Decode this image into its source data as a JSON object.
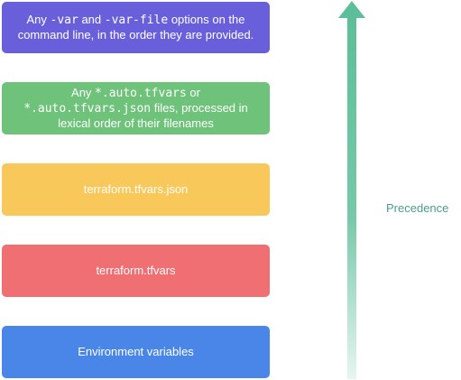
{
  "boxes": [
    {
      "line1": [
        {
          "text": "Any ",
          "mono": false
        },
        {
          "text": "-var",
          "mono": true
        },
        {
          "text": " and ",
          "mono": false
        },
        {
          "text": "-var-file",
          "mono": true
        },
        {
          "text": " options on the",
          "mono": false
        }
      ],
      "line2": [
        {
          "text": "command line, in the order they are provided.",
          "mono": false
        }
      ]
    },
    {
      "line1": [
        {
          "text": "Any ",
          "mono": false
        },
        {
          "text": "*.auto.tfvars",
          "mono": true
        },
        {
          "text": " or",
          "mono": false
        }
      ],
      "line2": [
        {
          "text": "*.auto.tfvars.json",
          "mono": true
        },
        {
          "text": " files, processed in",
          "mono": false
        }
      ],
      "line3": [
        {
          "text": "lexical order of their filenames",
          "mono": false
        }
      ]
    },
    {
      "label": "terraform.tfvars.json"
    },
    {
      "label": "terraform.tfvars"
    },
    {
      "label": "Environment variables"
    }
  ],
  "arrow": {
    "label": "Precedence",
    "color": "#5dbf9a"
  },
  "colors": {
    "box_1": "#6a5fdb",
    "box_2": "#6ec27a",
    "box_3": "#f9c85b",
    "box_4": "#ef6f72",
    "box_5": "#4a86e8"
  }
}
